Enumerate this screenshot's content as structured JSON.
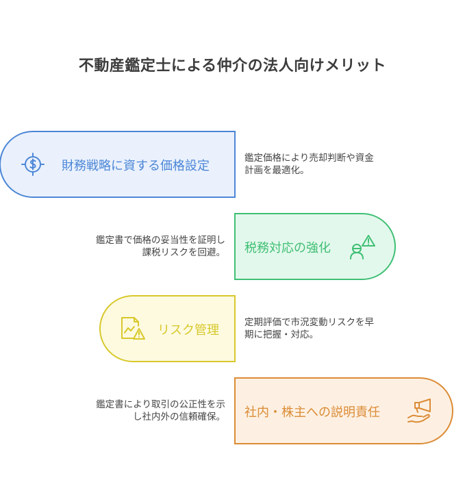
{
  "title": "不動産鑑定士による仲介の法人向けメリット",
  "items": [
    {
      "label": "財務戦略に資する価格設定",
      "description": "鑑定価格により売却判断や資金\n計画を最適化。",
      "icon": "target-dollar-icon",
      "color": "#4b86d6"
    },
    {
      "label": "税務対応の強化",
      "description": "鑑定書で価格の妥当性を証明し\n課税リスクを回避。",
      "icon": "person-warning-icon",
      "color": "#3fbf74"
    },
    {
      "label": "リスク管理",
      "description": "定期評価で市況変動リスクを早\n期に把握・対応。",
      "icon": "chart-warning-icon",
      "color": "#d8c82a"
    },
    {
      "label": "社内・株主への説明責任",
      "description": "鑑定書により取引の公正性を示\nし社内外の信頼確保。",
      "icon": "megaphone-hand-icon",
      "color": "#db8b35"
    }
  ]
}
